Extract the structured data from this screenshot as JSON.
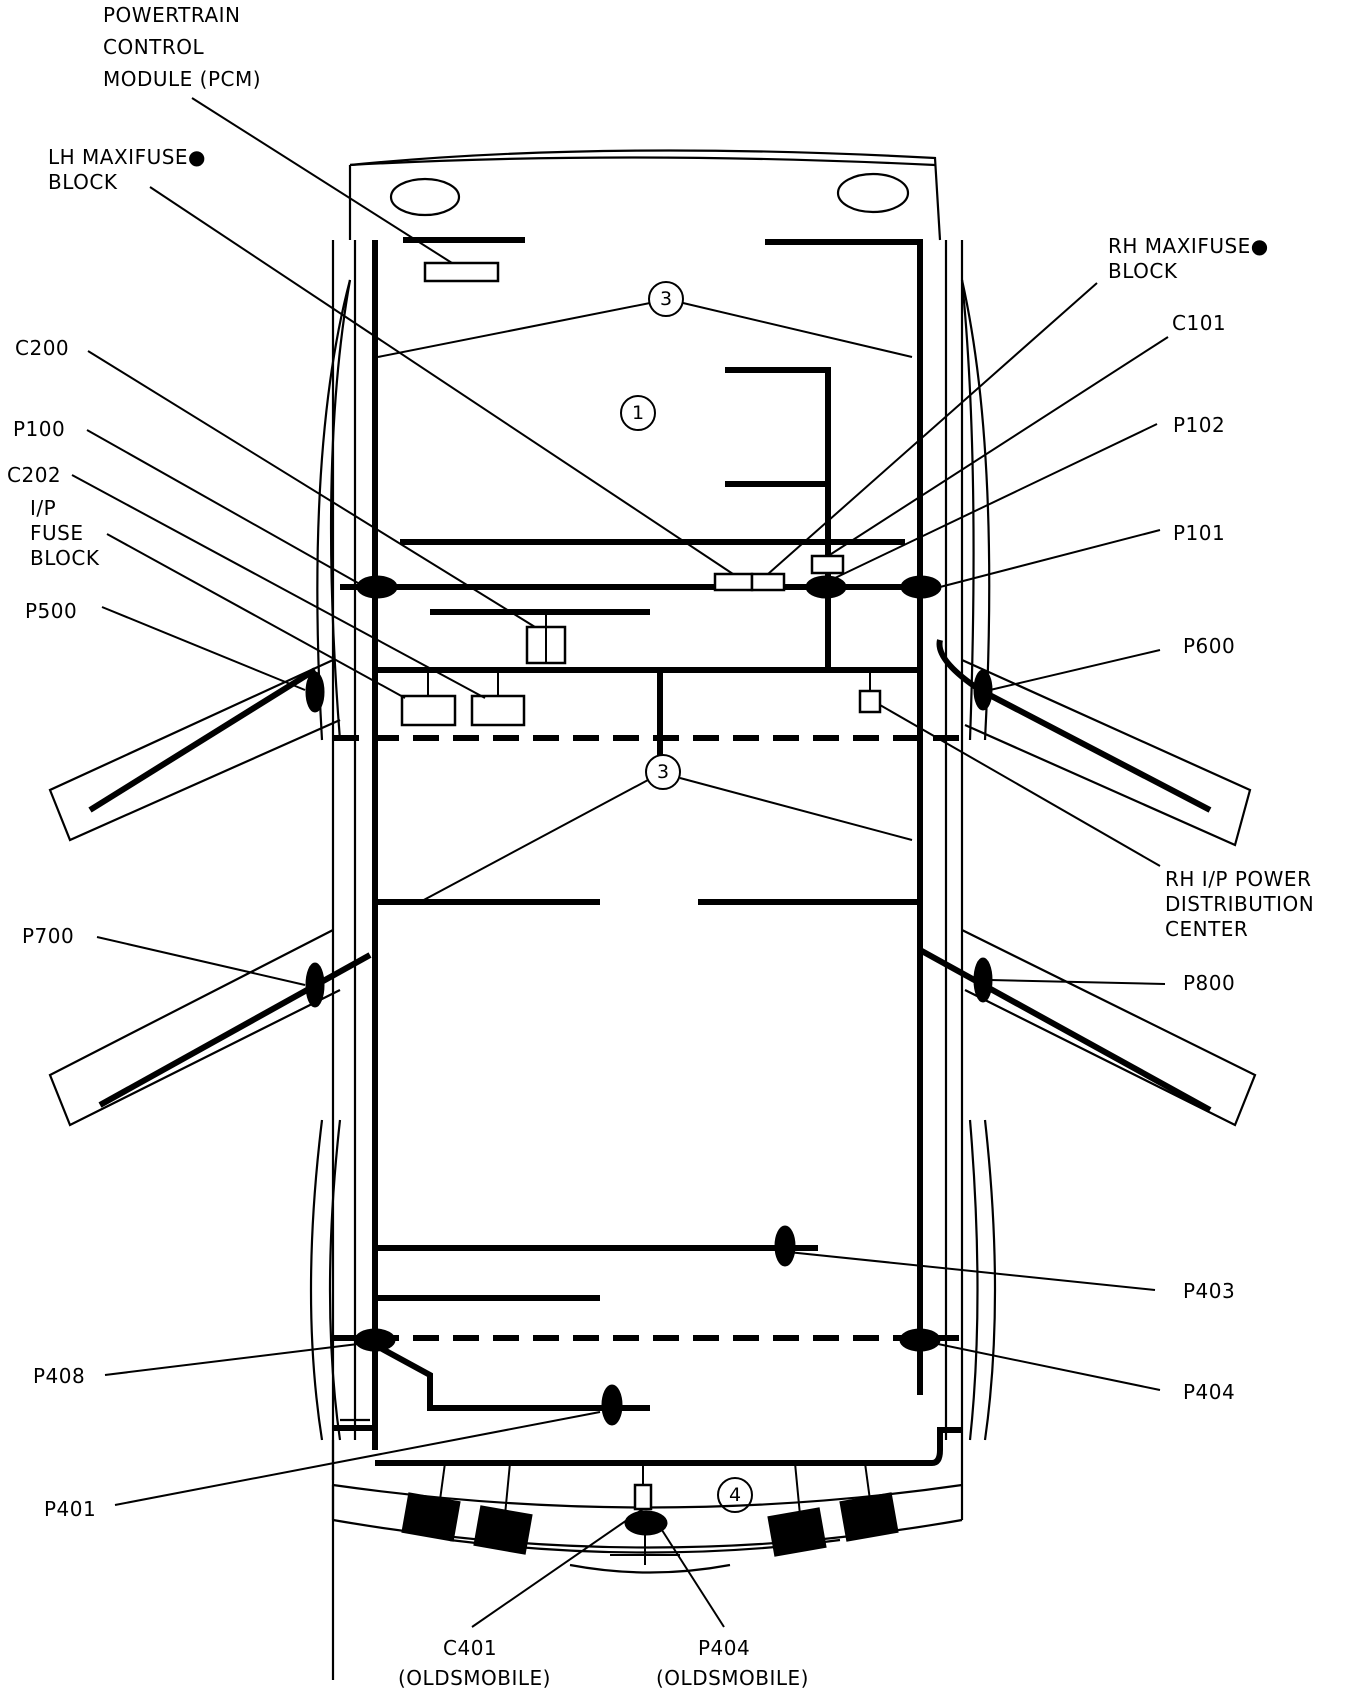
{
  "diagram": {
    "title": "Vehicle Wiring Harness Component Locator (Top View)",
    "labels": {
      "pcm": [
        "POWERTRAIN",
        "CONTROL",
        "MODULE (PCM)"
      ],
      "lh_maxifuse": [
        "LH MAXIFUSE●",
        "BLOCK"
      ],
      "rh_maxifuse": [
        "RH MAXIFUSE●",
        "BLOCK"
      ],
      "c200": "C200",
      "c101": "C101",
      "p100": "P100",
      "p102": "P102",
      "c202": "C202",
      "ip_fuse_block": [
        "I/P",
        "FUSE",
        "BLOCK"
      ],
      "p101": "P101",
      "p500": "P500",
      "p600": "P600",
      "rh_ip_pdc": [
        "RH I/P POWER",
        "DISTRIBUTION",
        "CENTER"
      ],
      "p700": "P700",
      "p800": "P800",
      "p403": "P403",
      "p408": "P408",
      "p404": "P404",
      "p401": "P401",
      "c401_olds": [
        "C401",
        "(OLDSMOBILE)"
      ],
      "p404_olds": [
        "P404",
        "(OLDSMOBILE)"
      ]
    },
    "callouts": {
      "engine_harness": "1",
      "body_harness_front": "3",
      "body_harness_mid": "3",
      "rear_harness": "4"
    }
  }
}
